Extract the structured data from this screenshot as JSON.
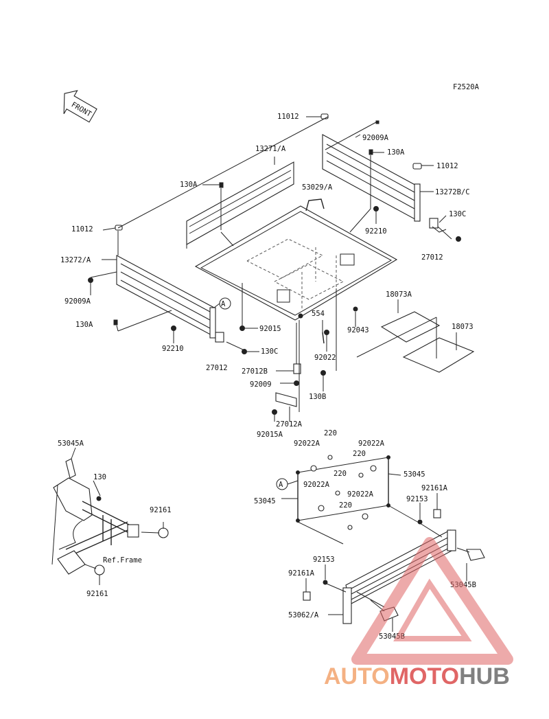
{
  "figure_code": "F2520A",
  "front_label": "FRONT",
  "ref_frame": "Ref.Frame",
  "callout": "A",
  "watermark": {
    "part1": "AUTO",
    "part2": "MOTO",
    "part3": "HUB",
    "color1": "#f4b183",
    "color2": "#e06666",
    "color3": "#808080"
  },
  "labels": {
    "p11012_a": "11012",
    "p92009A_a": "92009A",
    "p13271A": "13271/A",
    "p130A_a": "130A",
    "p11012_b": "11012",
    "p130A_b": "130A",
    "p53029A": "53029/A",
    "p13272BC": "13272B/C",
    "p130C_a": "130C",
    "p92210_a": "92210",
    "p27012_a": "27012",
    "p11012_c": "11012",
    "p13272A": "13272/A",
    "p92009A_b": "92009A",
    "p130A_c": "130A",
    "p92210_b": "92210",
    "p92015": "92015",
    "p130C_b": "130C",
    "p27012_b": "27012",
    "p27012B": "27012B",
    "p92009": "92009",
    "p27012A": "27012A",
    "p92015A": "92015A",
    "p554": "554",
    "p92022_a": "92022",
    "p92043": "92043",
    "p130B": "130B",
    "p18073A": "18073A",
    "p18073": "18073",
    "p53045A": "53045A",
    "p130": "130",
    "p92161_a": "92161",
    "p92161_b": "92161",
    "p220_a": "220",
    "p92022A_a": "92022A",
    "p92022A_b": "92022A",
    "p220_b": "220",
    "p53045_a": "53045",
    "p220_c": "220",
    "p92022A_c": "92022A",
    "p53045_b": "53045",
    "p92022A_d": "92022A",
    "p220_d": "220",
    "p92161A_a": "92161A",
    "p92153_a": "92153",
    "p92153_b": "92153",
    "p92161A_b": "92161A",
    "p53045B_a": "53045B",
    "p53062A": "53062/A",
    "p53045B_b": "53045B"
  }
}
